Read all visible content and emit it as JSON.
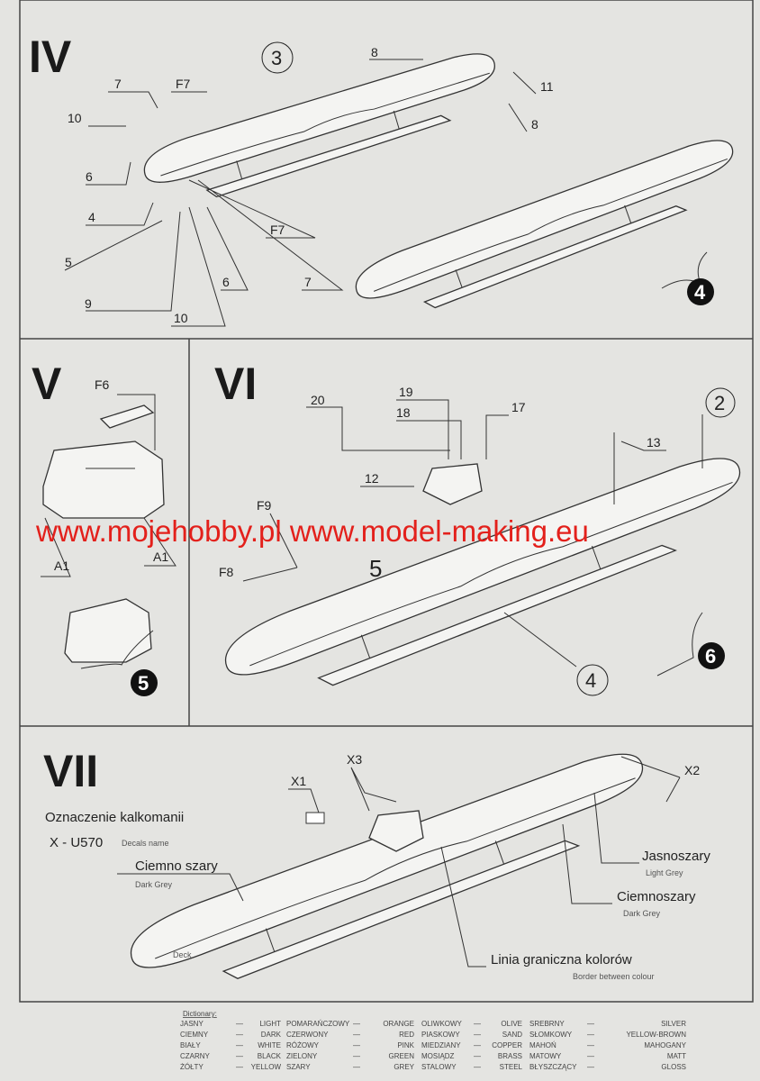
{
  "panels": {
    "iv": {
      "numeral": "IV",
      "callouts": [
        "8",
        "11",
        "8",
        "3",
        "7",
        "F7",
        "10",
        "6",
        "4",
        "5",
        "9",
        "10",
        "6",
        "F7",
        "7"
      ],
      "step_badge": "4"
    },
    "v": {
      "numeral": "V",
      "callouts": [
        "F6",
        "A1",
        "A1"
      ],
      "step_badge": "5"
    },
    "vi": {
      "numeral": "VI",
      "callouts": [
        "19",
        "18",
        "17",
        "20",
        "12",
        "13",
        "2",
        "F9",
        "F8",
        "5",
        "4"
      ],
      "step_badge": "6"
    },
    "vii": {
      "numeral": "VII",
      "callouts": [
        "X1",
        "X3",
        "X2"
      ],
      "decal_title": "Oznaczenie kalkomanii",
      "decal_name": "X - U570",
      "decal_name_en": "Decals name",
      "colors": [
        {
          "pl": "Ciemno szary",
          "en": "Dark Grey"
        },
        {
          "pl": "Jasnoszary",
          "en": "Light Grey"
        },
        {
          "pl": "Ciemnoszary",
          "en": "Dark Grey"
        },
        {
          "pl": "Linia graniczna kolorów",
          "en": "Border between colour"
        }
      ],
      "deck_label": "Deck"
    }
  },
  "watermark": "www.mojehobby.pl www.model-making.eu",
  "dictionary": {
    "title": "Dictionary:",
    "columns": [
      [
        [
          "JASNY",
          "LIGHT"
        ],
        [
          "CIEMNY",
          "DARK"
        ],
        [
          "BIAŁY",
          "WHITE"
        ],
        [
          "CZARNY",
          "BLACK"
        ],
        [
          "ŻÓŁTY",
          "YELLOW"
        ]
      ],
      [
        [
          "POMARAŃCZOWY",
          "ORANGE"
        ],
        [
          "CZERWONY",
          "RED"
        ],
        [
          "RÓŻOWY",
          "PINK"
        ],
        [
          "ZIELONY",
          "GREEN"
        ],
        [
          "SZARY",
          "GREY"
        ]
      ],
      [
        [
          "OLIWKOWY",
          "OLIVE"
        ],
        [
          "PIASKOWY",
          "SAND"
        ],
        [
          "MIEDZIANY",
          "COPPER"
        ],
        [
          "MOSIĄDZ",
          "BRASS"
        ],
        [
          "STALOWY",
          "STEEL"
        ]
      ],
      [
        [
          "SREBRNY",
          "SILVER"
        ],
        [
          "SŁOMKOWY",
          "YELLOW-BROWN"
        ],
        [
          "MAHOŃ",
          "MAHOGANY"
        ],
        [
          "MATOWY",
          "MATT"
        ],
        [
          "BŁYSZCZĄCY",
          "GLOSS"
        ]
      ]
    ]
  },
  "colors": {
    "paper": "#f2f2f0",
    "watermark": "#e3201b"
  }
}
